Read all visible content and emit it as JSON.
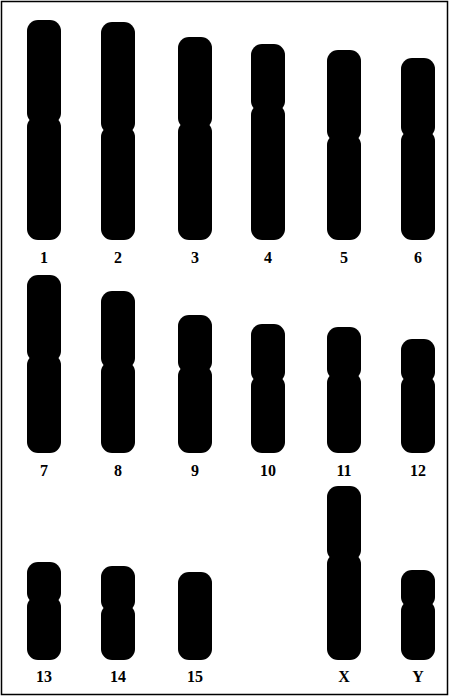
{
  "diagram": {
    "labels": [
      "1",
      "2",
      "3",
      "4",
      "5",
      "6",
      "7",
      "8",
      "9",
      "10",
      "11",
      "12",
      "13",
      "14",
      "15",
      "X",
      "Y"
    ]
  }
}
